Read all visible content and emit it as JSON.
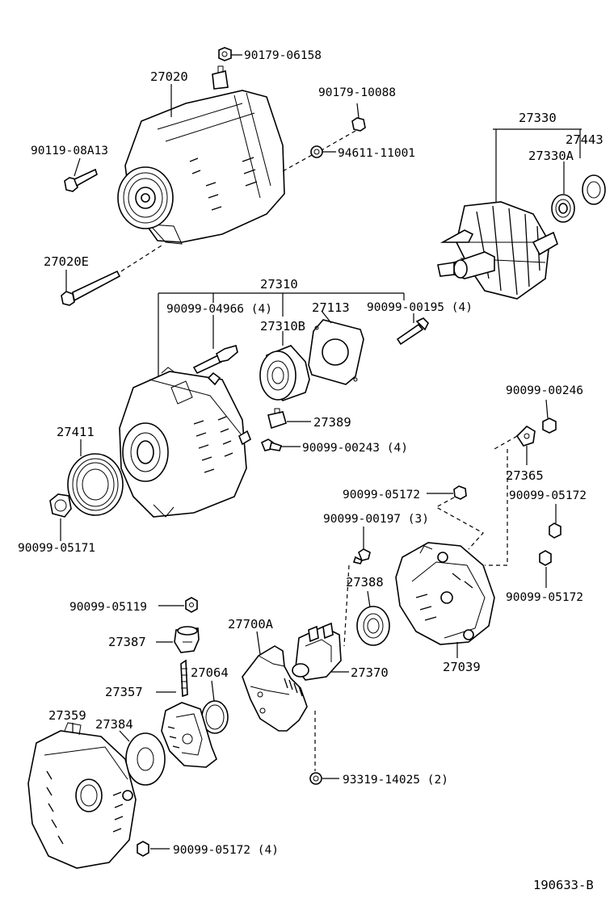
{
  "diagram": {
    "code": "190633-B",
    "labels": {
      "p90179_06158": "90179-06158",
      "p27020": "27020",
      "p90179_10088": "90179-10088",
      "p90119_08A13": "90119-08A13",
      "p94611_11001": "94611-11001",
      "p27330": "27330",
      "p27443": "27443",
      "p27330A": "27330A",
      "p27020E": "27020E",
      "p27310": "27310",
      "p90099_04966": "90099-04966 (4)",
      "p27113": "27113",
      "p90099_00195": "90099-00195 (4)",
      "p27310B": "27310B",
      "p90099_00246": "90099-00246",
      "p27389": "27389",
      "p27411": "27411",
      "p90099_00243": "90099-00243 (4)",
      "p27365": "27365",
      "p90099_05172_a": "90099-05172",
      "p90099_05172_b": "90099-05172",
      "p90099_05171": "90099-05171",
      "p90099_00197": "90099-00197 (3)",
      "p27388": "27388",
      "p90099_05172_c": "90099-05172",
      "p90099_05119": "90099-05119",
      "p27700A": "27700A",
      "p27387": "27387",
      "p27370": "27370",
      "p27039": "27039",
      "p27064": "27064",
      "p27357": "27357",
      "p27359": "27359",
      "p27384": "27384",
      "p93319_14025": "93319-14025 (2)",
      "p90099_05172_d": "90099-05172 (4)"
    }
  }
}
